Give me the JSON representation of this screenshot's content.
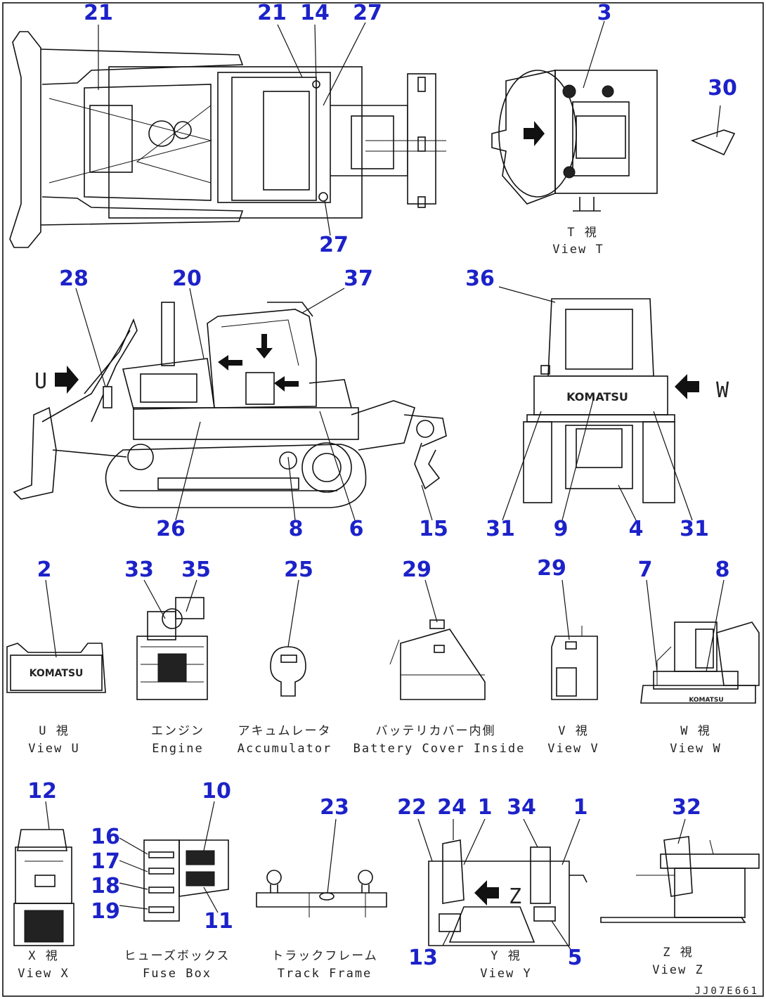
{
  "callouts": {
    "c21a": "21",
    "c21b": "21",
    "c14": "14",
    "c27a": "27",
    "c27b": "27",
    "c3": "3",
    "c30": "30",
    "c28": "28",
    "c20": "20",
    "c37": "37",
    "c26": "26",
    "c8a": "8",
    "c6": "6",
    "c15": "15",
    "c36": "36",
    "c31a": "31",
    "c9": "9",
    "c4": "4",
    "c31b": "31",
    "c2": "2",
    "c33": "33",
    "c35": "35",
    "c25": "25",
    "c29a": "29",
    "c29b": "29",
    "c7": "7",
    "c8b": "8",
    "c12": "12",
    "c10": "10",
    "c16": "16",
    "c17": "17",
    "c18": "18",
    "c19": "19",
    "c11": "11",
    "c23": "23",
    "c22": "22",
    "c24": "24",
    "c1a": "1",
    "c34": "34",
    "c1b": "1",
    "c13": "13",
    "c5": "5",
    "c32": "32"
  },
  "view_markers": {
    "u": "U",
    "w": "W",
    "z": "Z"
  },
  "captions": {
    "t": {
      "jp": "T  視",
      "en": "View T"
    },
    "u": {
      "jp": "U  視",
      "en": "View U"
    },
    "engine": {
      "jp": "エンジン",
      "en": "Engine"
    },
    "accum": {
      "jp": "アキュムレータ",
      "en": "Accumulator"
    },
    "batt": {
      "jp": "バッテリカバー内側",
      "en": "Battery Cover Inside"
    },
    "v": {
      "jp": "V  視",
      "en": "View V"
    },
    "w": {
      "jp": "W  視",
      "en": "View W"
    },
    "x": {
      "jp": "X  視",
      "en": "View X"
    },
    "fuse": {
      "jp": "ヒューズボックス",
      "en": "Fuse Box"
    },
    "track": {
      "jp": "トラックフレーム",
      "en": "Track Frame"
    },
    "y": {
      "jp": "Y  視",
      "en": "View Y"
    },
    "z": {
      "jp": "Z  視",
      "en": "View Z"
    }
  },
  "brand": "KOMATSU",
  "drawing_code": "JJ07E661"
}
